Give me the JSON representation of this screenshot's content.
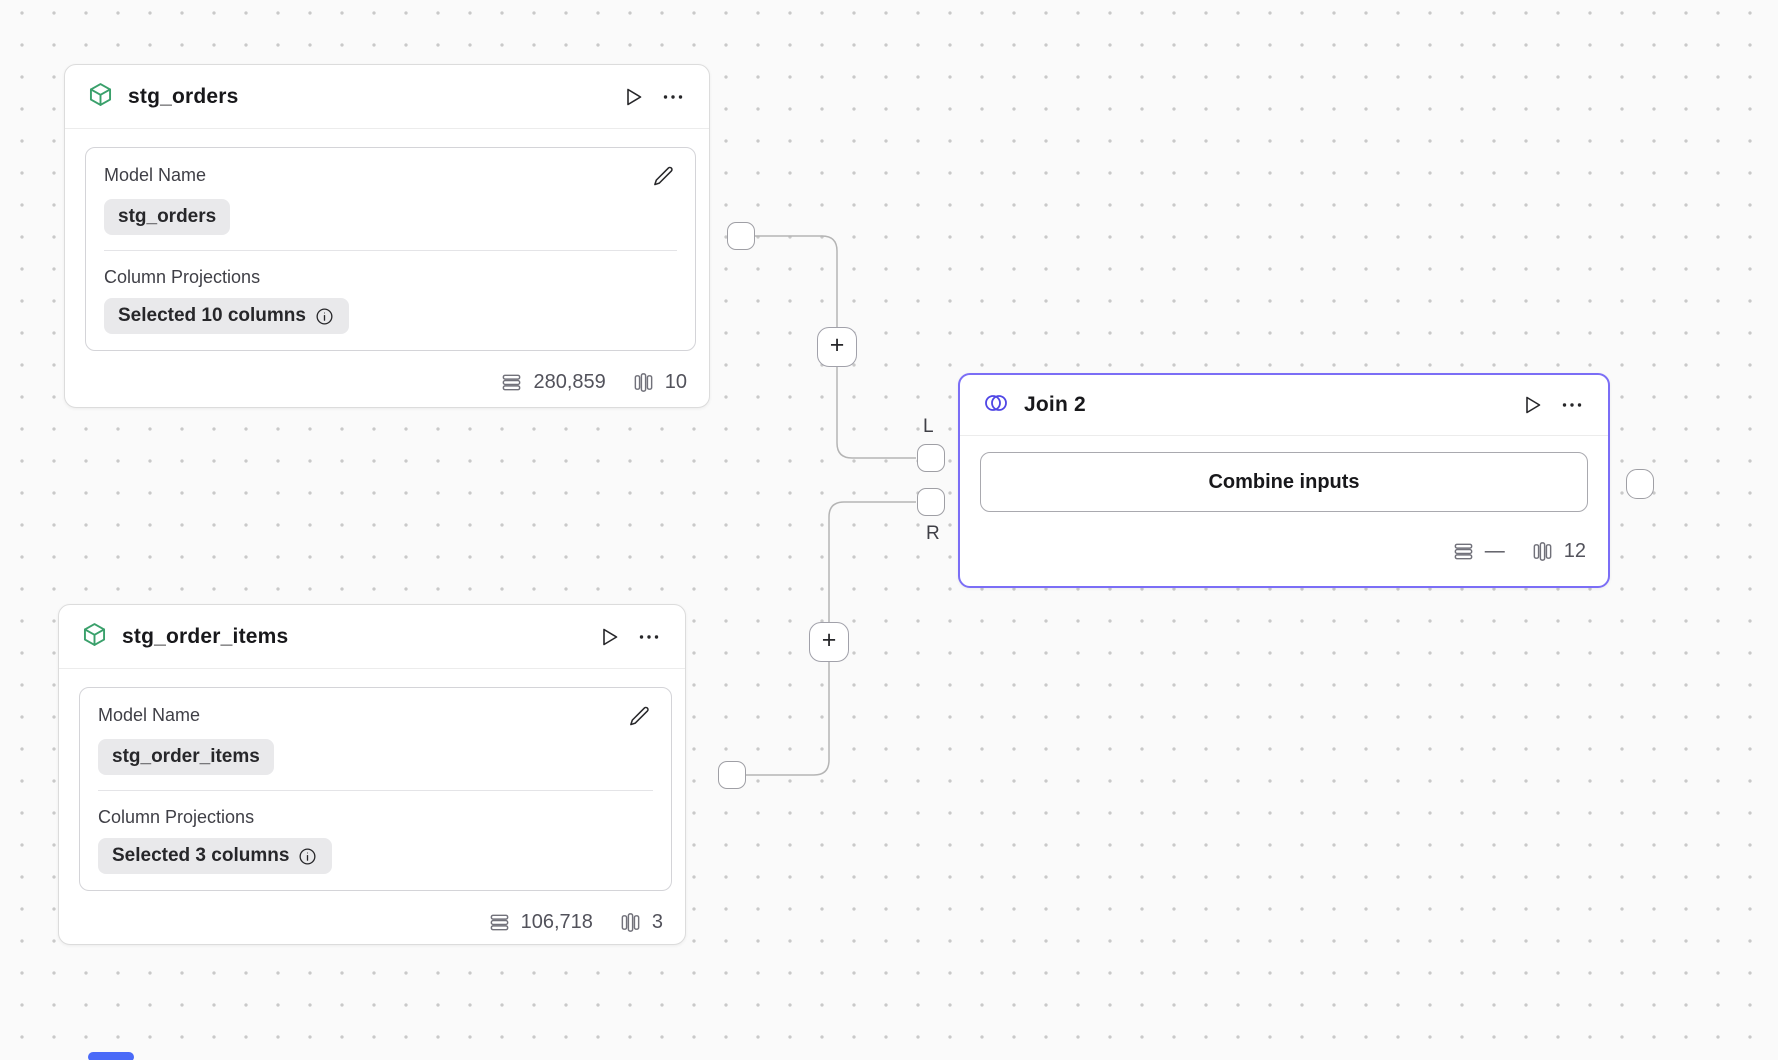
{
  "colors": {
    "selection_accent": "#7b6ef6",
    "model_icon_green": "#3aa06b",
    "join_icon_indigo": "#4f46e5",
    "scrollbar_blue": "#4a6af8",
    "edge_gray": "#b4b4b4"
  },
  "nodes": {
    "stg_orders": {
      "title": "stg_orders",
      "model_name_label": "Model Name",
      "model_name_value": "stg_orders",
      "column_projections_label": "Column Projections",
      "column_projections_value": "Selected 10 columns",
      "row_count": "280,859",
      "column_count": "10"
    },
    "stg_order_items": {
      "title": "stg_order_items",
      "model_name_label": "Model Name",
      "model_name_value": "stg_order_items",
      "column_projections_label": "Column Projections",
      "column_projections_value": "Selected 3 columns",
      "row_count": "106,718",
      "column_count": "3"
    },
    "join": {
      "title": "Join 2",
      "combine_button_label": "Combine inputs",
      "row_count": "—",
      "column_count": "12"
    }
  },
  "connections": {
    "left_port_label": "L",
    "right_port_label": "R",
    "add_node_label": "+"
  }
}
